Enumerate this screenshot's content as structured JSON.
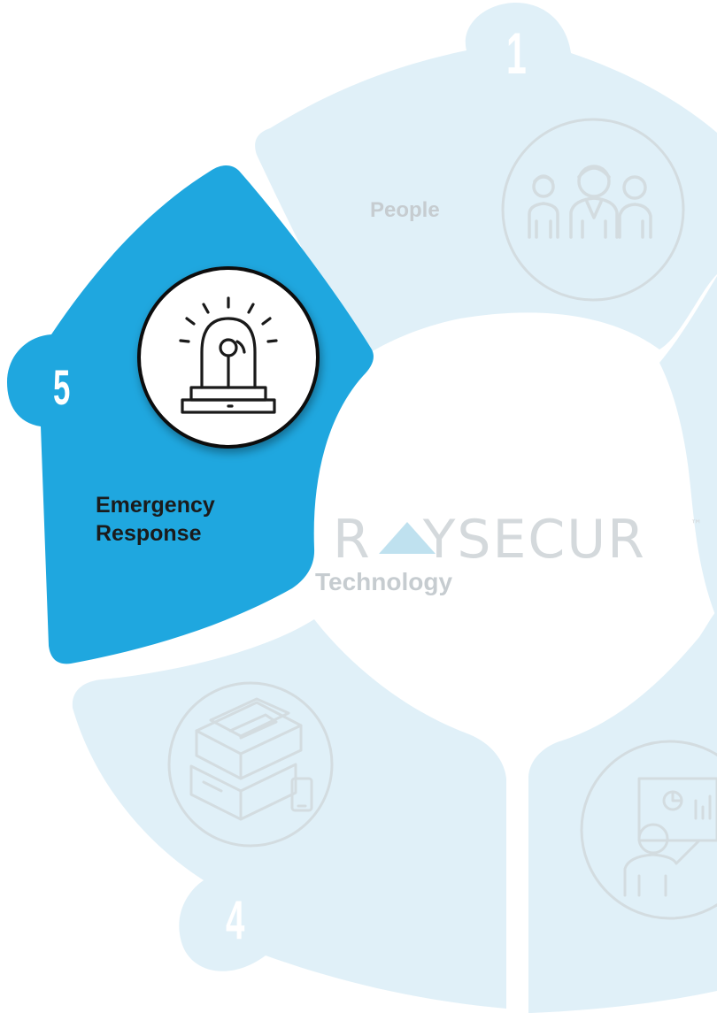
{
  "brand": {
    "name_part1": "R",
    "name_part2": "YSECUR",
    "trademark": "™"
  },
  "segments": [
    {
      "number": "1",
      "label": "People",
      "icon": "people-group-icon",
      "state": "faded"
    },
    {
      "number": "4",
      "label": "Technology",
      "icon": "mail-scanner-device-icon",
      "state": "faded"
    },
    {
      "number": "5",
      "label_line1": "Emergency",
      "label_line2": "Response",
      "icon": "alarm-siren-icon",
      "state": "active"
    },
    {
      "number": "",
      "label": "",
      "icon": "presenter-chart-icon",
      "state": "faded"
    }
  ],
  "colors": {
    "active": "#1fa7df",
    "faded": "#e0f0f8",
    "faded_text": "#c6ccd0",
    "faded_number": "#ffffff",
    "active_text": "#1b1b1b",
    "icon_stroke": "#cfd6da",
    "brand_text": "#d4d9dc",
    "brand_accent": "#bfe1ef"
  }
}
